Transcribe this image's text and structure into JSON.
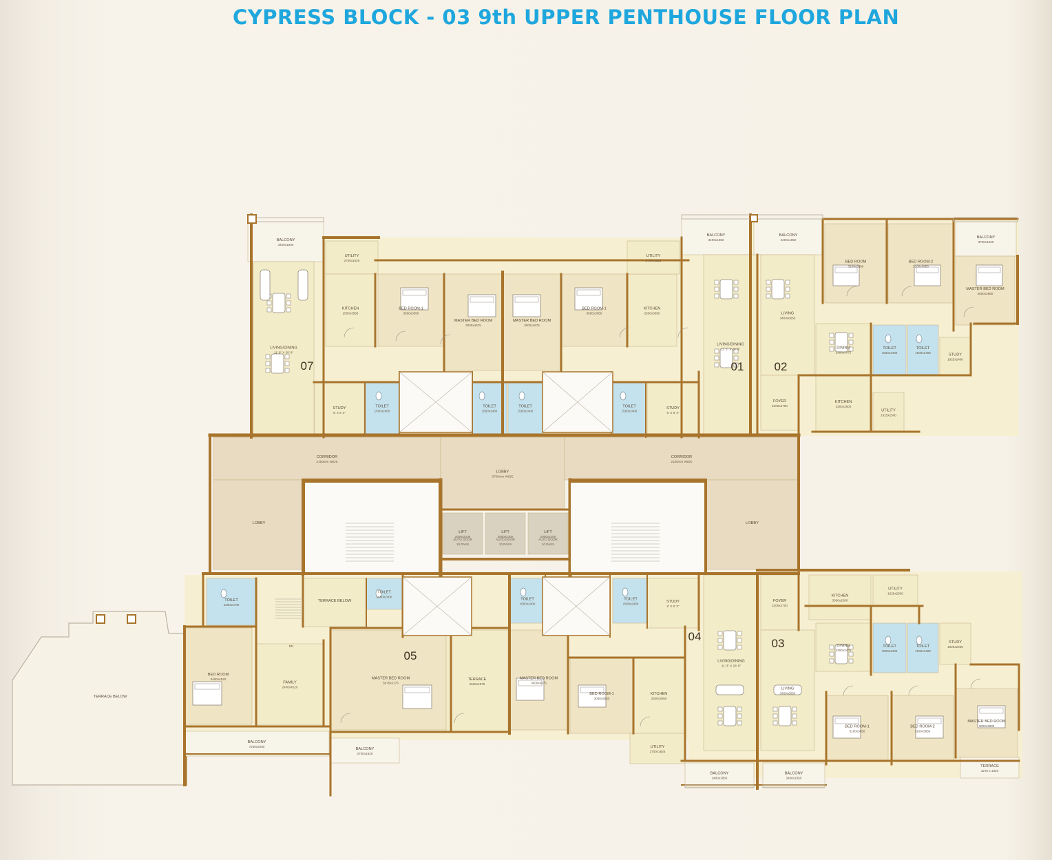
{
  "title": "CYPRESS BLOCK - 03  9th UPPER PENTHOUSE FLOOR PLAN",
  "colors": {
    "title": "#1fa7dd",
    "wall": "#a8742c",
    "room_fill": "#f3ecc9",
    "bedroom_fill": "#efe4c4",
    "toilet_fill": "#c4e2ee",
    "corridor_fill": "#e8dbc2",
    "terrace_fill": "#f7f4ea"
  },
  "units": [
    {
      "id": "u07",
      "label": "07"
    },
    {
      "id": "u01",
      "label": "01"
    },
    {
      "id": "u02",
      "label": "02"
    },
    {
      "id": "u05",
      "label": "05"
    },
    {
      "id": "u04",
      "label": "04"
    },
    {
      "id": "u03",
      "label": "03"
    }
  ],
  "rooms": [
    {
      "id": "r1",
      "fill": "terrace",
      "label": "BALCONY",
      "dim": "3400x1800"
    },
    {
      "id": "r2",
      "fill": "room",
      "label": "LIVING/DINING",
      "dim": "11' 9\" X 28' 8\""
    },
    {
      "id": "r3",
      "fill": "room",
      "label": "UTILITY",
      "dim": "2700x1625"
    },
    {
      "id": "r4",
      "fill": "room",
      "label": "KITCHEN",
      "dim": "2500x3550"
    },
    {
      "id": "r5",
      "fill": "bed",
      "label": "BED ROOM-1",
      "dim": "3650x3550"
    },
    {
      "id": "r6",
      "fill": "bed",
      "label": "MASTER BED ROOM",
      "dim": "3000x4675"
    },
    {
      "id": "r7",
      "fill": "bed",
      "label": "MASTER BED ROOM",
      "dim": "3000x4675"
    },
    {
      "id": "r8",
      "fill": "bed",
      "label": "BED ROOM-1",
      "dim": "3650x3550"
    },
    {
      "id": "r9",
      "fill": "room",
      "label": "KITCHEN",
      "dim": "2500x3550"
    },
    {
      "id": "r10",
      "fill": "room",
      "label": "UTILITY",
      "dim": "2700x1625"
    },
    {
      "id": "r11",
      "fill": "room",
      "label": "STUDY",
      "dim": "8' X 8' 3\""
    },
    {
      "id": "r12",
      "fill": "toilet",
      "label": "TOILET",
      "dim": "1500x2400"
    },
    {
      "id": "r13",
      "fill": "toilet",
      "label": "TOILET",
      "dim": "1500x2400"
    },
    {
      "id": "r14",
      "fill": "toilet",
      "label": "TOILET",
      "dim": "1500x2400"
    },
    {
      "id": "r15",
      "fill": "toilet",
      "label": "TOILET",
      "dim": "1500x2400"
    },
    {
      "id": "r16",
      "fill": "room",
      "label": "STUDY",
      "dim": "8' X 8' 3\""
    },
    {
      "id": "r17",
      "fill": "terrace",
      "label": "BALCONY",
      "dim": "3400x1850"
    },
    {
      "id": "r18",
      "fill": "room",
      "label": "LIVING/DINING",
      "dim": "11' 3\" X 28' 8\""
    },
    {
      "id": "r19",
      "fill": "terrace",
      "label": "BALCONY",
      "dim": "3400x1850"
    },
    {
      "id": "r20",
      "fill": "room",
      "label": "LIVING",
      "dim": "3400x6050"
    },
    {
      "id": "r21",
      "fill": "room",
      "label": "FOYER",
      "dim": "2200x2700"
    },
    {
      "id": "r22",
      "fill": "bed",
      "label": "BED ROOM",
      "dim": "3100x3850"
    },
    {
      "id": "r23",
      "fill": "bed",
      "label": "BED ROOM-2",
      "dim": "3100x3850"
    },
    {
      "id": "r24",
      "fill": "terrace",
      "label": "BALCONY",
      "dim": "3700x1620"
    },
    {
      "id": "r25",
      "fill": "bed",
      "label": "MASTER BED ROOM",
      "dim": "3600x3880"
    },
    {
      "id": "r26",
      "fill": "room",
      "label": "DINING",
      "dim": "2300x3475"
    },
    {
      "id": "r27",
      "fill": "toilet",
      "label": "TOILET",
      "dim": "1500x2400"
    },
    {
      "id": "r28",
      "fill": "toilet",
      "label": "TOILET",
      "dim": "1500x2400"
    },
    {
      "id": "r29",
      "fill": "room",
      "label": "STUDY",
      "dim": "1925x2400"
    },
    {
      "id": "r30",
      "fill": "room",
      "label": "KITCHEN",
      "dim": "3300x2500"
    },
    {
      "id": "r31",
      "fill": "room",
      "label": "UTILITY",
      "dim": "1625x2500"
    },
    {
      "id": "r32",
      "fill": "corridor",
      "label": "CORRIDOR",
      "dim": "2150mm WIDE"
    },
    {
      "id": "r33",
      "fill": "corridor",
      "label": "LOBBY",
      "dim": "3750mm WIDE"
    },
    {
      "id": "r34",
      "fill": "corridor",
      "label": "CORRIDOR",
      "dim": "2150mm WIDE"
    },
    {
      "id": "r35",
      "fill": "corridor",
      "label": "LOBBY",
      "dim": ""
    },
    {
      "id": "r36",
      "fill": "corridor",
      "label": "LOBBY",
      "dim": ""
    },
    {
      "id": "r37",
      "fill": "lift",
      "label": "LIFT",
      "dim": "2000x2100"
    },
    {
      "id": "r38",
      "fill": "lift",
      "label": "LIFT",
      "dim": "2000x2100"
    },
    {
      "id": "r39",
      "fill": "lift",
      "label": "LIFT",
      "dim": "2000x2100"
    },
    {
      "id": "r40",
      "fill": "terrace",
      "label": "TERRACE BELOW",
      "dim": ""
    },
    {
      "id": "r41",
      "fill": "toilet",
      "label": "TOILET",
      "dim": "2200x2700"
    },
    {
      "id": "r42",
      "fill": "room",
      "label": "TERRACE BELOW",
      "dim": ""
    },
    {
      "id": "r43",
      "fill": "toilet",
      "label": "TOILET",
      "dim": "1500x2400"
    },
    {
      "id": "r44",
      "fill": "bed",
      "label": "BED ROOM",
      "dim": "3400x4520"
    },
    {
      "id": "r45",
      "fill": "room",
      "label": "FAMILY",
      "dim": "2400x4520"
    },
    {
      "id": "r46",
      "fill": "bed",
      "label": "MASTER BED ROOM",
      "dim": "5975x5175"
    },
    {
      "id": "r47",
      "fill": "room",
      "label": "TERRACE",
      "dim": "2925x4875"
    },
    {
      "id": "r48",
      "fill": "terrace",
      "label": "BALCONY",
      "dim": "7200x2000"
    },
    {
      "id": "r49",
      "fill": "terrace",
      "label": "BALCONY",
      "dim": "2700x1625"
    },
    {
      "id": "r50",
      "fill": "toilet",
      "label": "TOILET",
      "dim": "1500x2400"
    },
    {
      "id": "r51",
      "fill": "toilet",
      "label": "TOILET",
      "dim": "1500x2400"
    },
    {
      "id": "r52",
      "fill": "room",
      "label": "STUDY",
      "dim": "8' X 8' 3\""
    },
    {
      "id": "r53",
      "fill": "bed",
      "label": "MASTER BED ROOM",
      "dim": "3000x4675"
    },
    {
      "id": "r54",
      "fill": "bed",
      "label": "BED ROOM-1",
      "dim": "3050x3550"
    },
    {
      "id": "r55",
      "fill": "room",
      "label": "KITCHEN",
      "dim": "2500x3550"
    },
    {
      "id": "r56",
      "fill": "room",
      "label": "UTILITY",
      "dim": "2700x1625"
    },
    {
      "id": "r57",
      "fill": "room",
      "label": "LIVING/DINING",
      "dim": "11' 3\" X 28' 8\""
    },
    {
      "id": "r58",
      "fill": "room",
      "label": "FOYER",
      "dim": "2200x2700"
    },
    {
      "id": "r59",
      "fill": "room",
      "label": "LIVING",
      "dim": "3400x6050"
    },
    {
      "id": "r60",
      "fill": "room",
      "label": "KITCHEN",
      "dim": "3300x2500"
    },
    {
      "id": "r61",
      "fill": "room",
      "label": "UTILITY",
      "dim": "1625x2500"
    },
    {
      "id": "r62",
      "fill": "room",
      "label": "DINING",
      "dim": "2300x3475"
    },
    {
      "id": "r63",
      "fill": "toilet",
      "label": "TOILET",
      "dim": "1500x2400"
    },
    {
      "id": "r64",
      "fill": "toilet",
      "label": "TOILET",
      "dim": "1500x2400"
    },
    {
      "id": "r65",
      "fill": "room",
      "label": "STUDY",
      "dim": "1925x2400"
    },
    {
      "id": "r66",
      "fill": "bed",
      "label": "BED ROOM-1",
      "dim": "3100x3850"
    },
    {
      "id": "r67",
      "fill": "bed",
      "label": "BED ROOM-2",
      "dim": "3100x3850"
    },
    {
      "id": "r68",
      "fill": "bed",
      "label": "MASTER BED ROOM",
      "dim": "3600x3880"
    },
    {
      "id": "r69",
      "fill": "terrace",
      "label": "TERRACE",
      "dim": "3275 x 1820"
    },
    {
      "id": "r70",
      "fill": "terrace",
      "label": "BALCONY",
      "dim": "3400x1850"
    },
    {
      "id": "r71",
      "fill": "terrace",
      "label": "BALCONY",
      "dim": "3400x1850"
    }
  ],
  "lift_notes": [
    "AUTO DOOR",
    "10 PASS"
  ],
  "stair_marks": [
    "DN"
  ]
}
